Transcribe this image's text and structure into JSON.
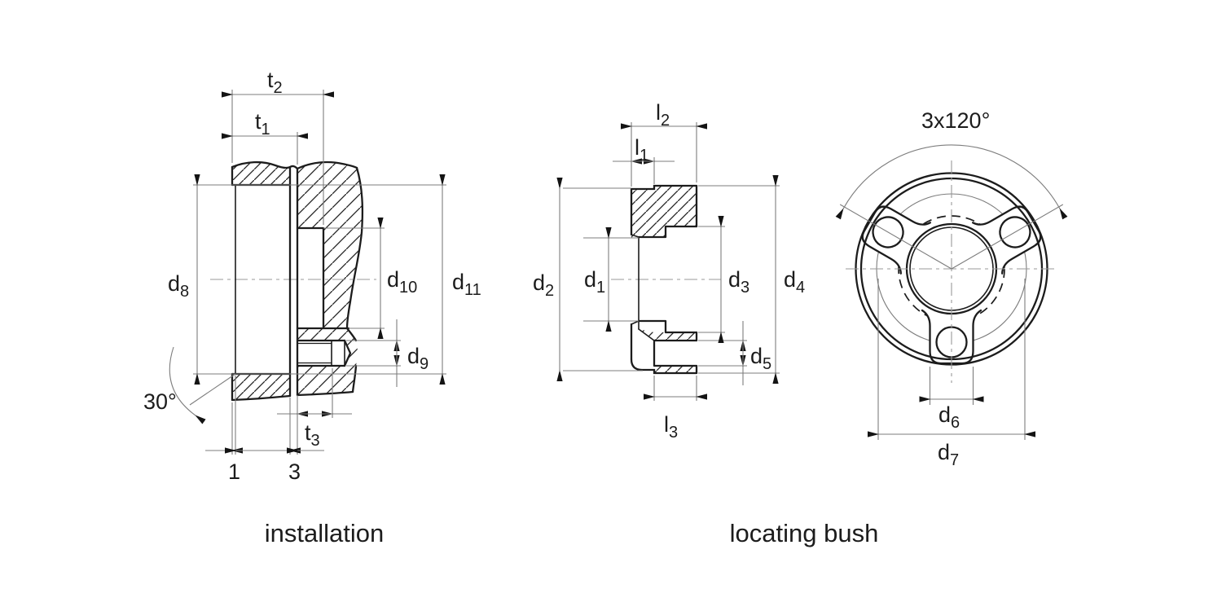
{
  "drawing": {
    "captions": {
      "installation": "installation",
      "locating_bush": "locating bush"
    },
    "labels": {
      "t2": {
        "base": "t",
        "sub": "2"
      },
      "t1": {
        "base": "t",
        "sub": "1"
      },
      "t3": {
        "base": "t",
        "sub": "3"
      },
      "d8": {
        "base": "d",
        "sub": "8"
      },
      "d9": {
        "base": "d",
        "sub": "9"
      },
      "d10": {
        "base": "d",
        "sub": "10"
      },
      "d11": {
        "base": "d",
        "sub": "11"
      },
      "angle30": {
        "base": "30°",
        "sub": ""
      },
      "offset1": {
        "base": "1",
        "sub": ""
      },
      "offset3": {
        "base": "3",
        "sub": ""
      },
      "l1": {
        "base": "l",
        "sub": "1"
      },
      "l2": {
        "base": "l",
        "sub": "2"
      },
      "l3": {
        "base": "l",
        "sub": "3"
      },
      "d1": {
        "base": "d",
        "sub": "1"
      },
      "d2": {
        "base": "d",
        "sub": "2"
      },
      "d3": {
        "base": "d",
        "sub": "3"
      },
      "d4": {
        "base": "d",
        "sub": "4"
      },
      "d5": {
        "base": "d",
        "sub": "5"
      },
      "d6": {
        "base": "d",
        "sub": "6"
      },
      "d7": {
        "base": "d",
        "sub": "7"
      },
      "hole_pattern": {
        "base": "3x120°",
        "sub": ""
      }
    },
    "colors": {
      "outline": "#1c1c1c",
      "dimension_lines": "#7d7d7d",
      "background": "#ffffff"
    }
  }
}
